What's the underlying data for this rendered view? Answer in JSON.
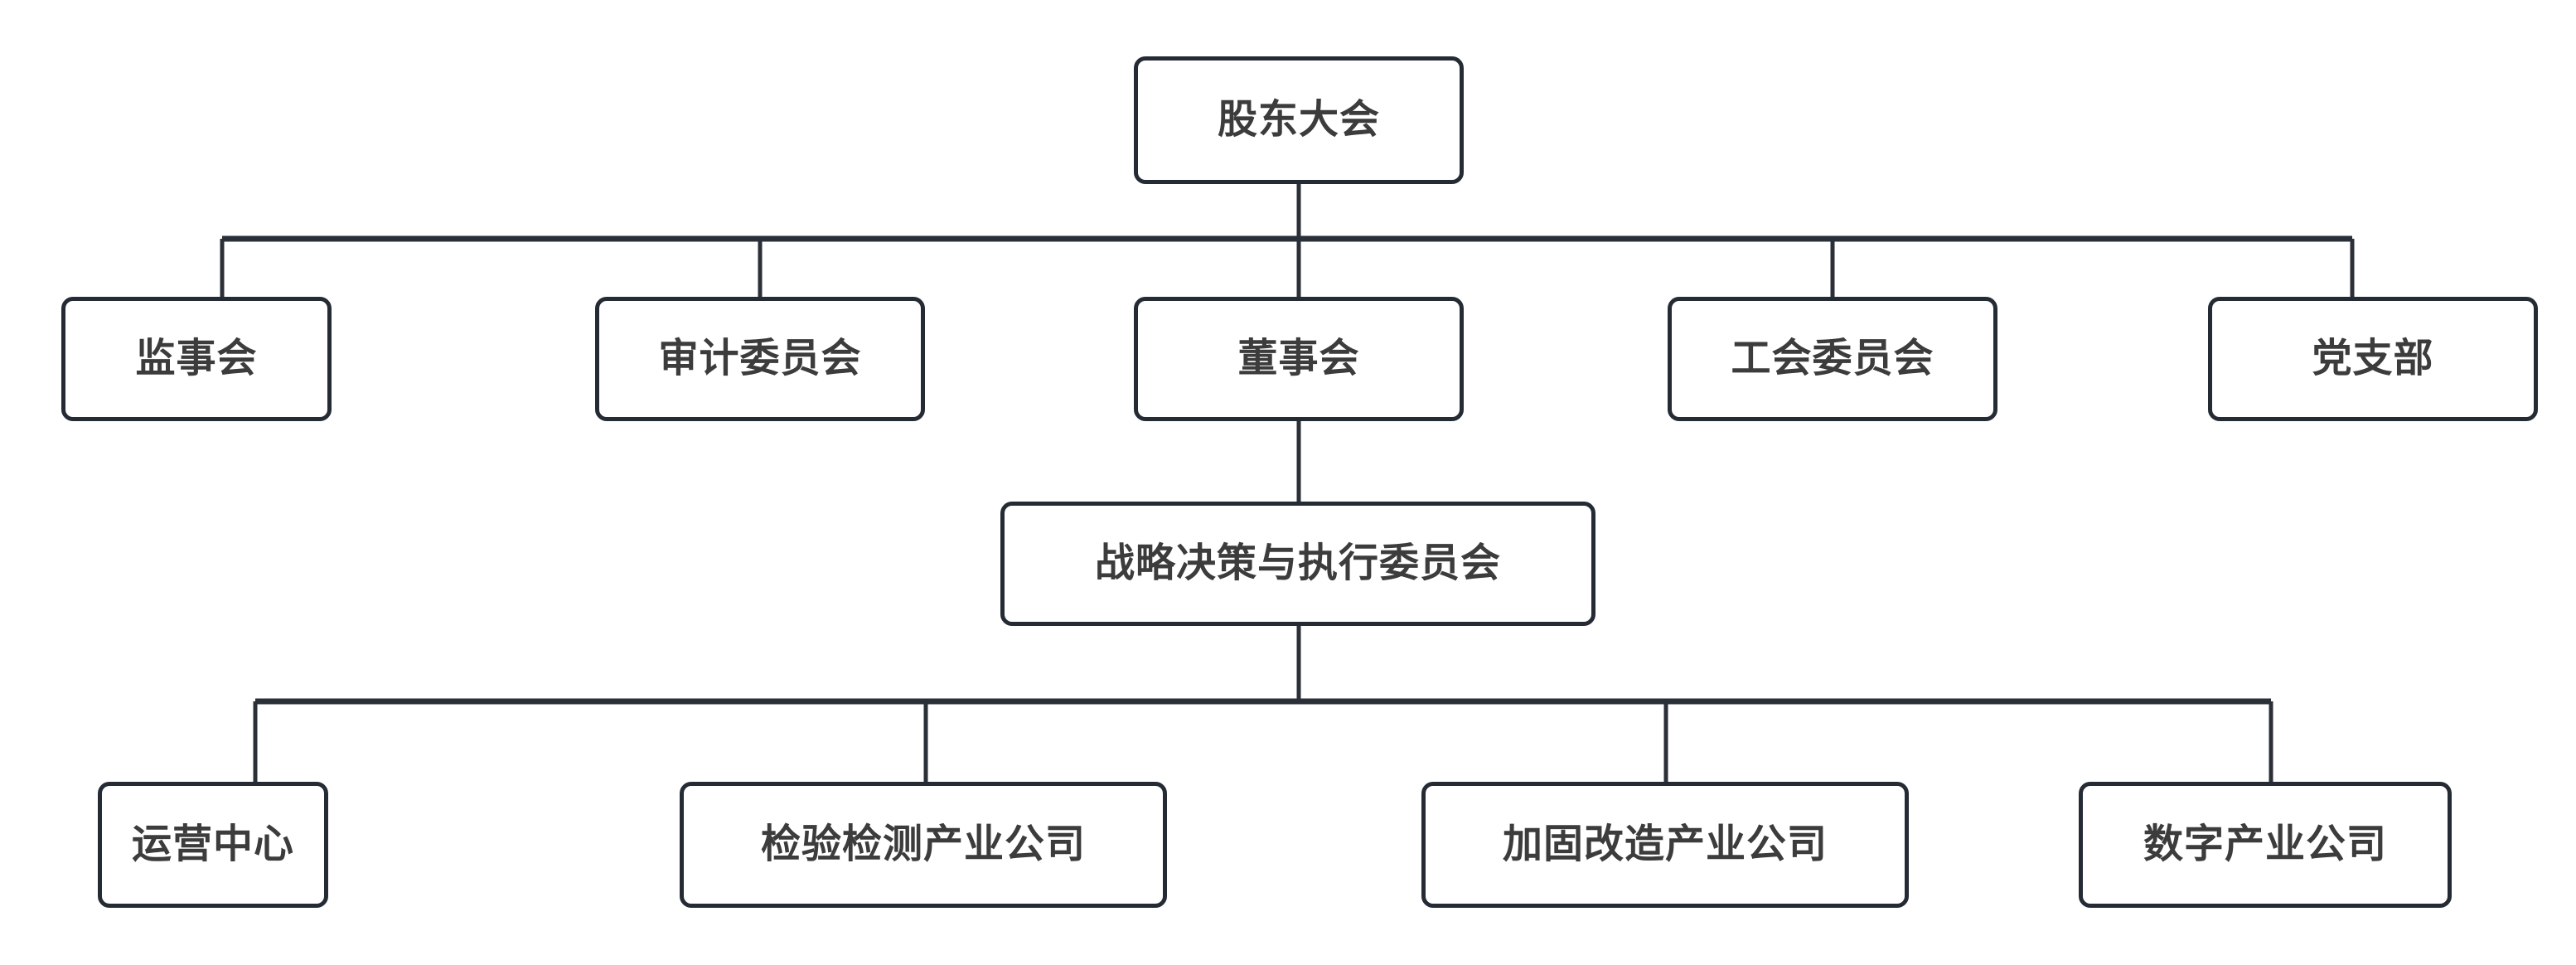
{
  "chart": {
    "type": "org-chart",
    "title": "",
    "background_color": "#ffffff",
    "box_fill_color": "#ffffff",
    "box_border_color": "#252b34",
    "text_color": "#3c3c3c",
    "connector_color": "#2b2f38",
    "levels": 4,
    "node_count": 11
  },
  "nodes": {
    "shareholders": {
      "label": "股东大会",
      "level": 1
    },
    "supervisory": {
      "label": "监事会",
      "level": 2
    },
    "audit": {
      "label": "审计委员会",
      "level": 2
    },
    "board": {
      "label": "董事会",
      "level": 2
    },
    "union": {
      "label": "工会委员会",
      "level": 2
    },
    "party": {
      "label": "党支部",
      "level": 2
    },
    "strategy": {
      "label": "战略决策与执行委员会",
      "level": 3
    },
    "operations": {
      "label": "运营中心",
      "level": 4
    },
    "inspection": {
      "label": "检验检测产业公司",
      "level": 4
    },
    "reinforce": {
      "label": "加固改造产业公司",
      "level": 4
    },
    "digital": {
      "label": "数字产业公司",
      "level": 4
    }
  },
  "hierarchy": {
    "root": "shareholders",
    "edges": [
      {
        "from": "shareholders",
        "to": "supervisory"
      },
      {
        "from": "shareholders",
        "to": "audit"
      },
      {
        "from": "shareholders",
        "to": "board"
      },
      {
        "from": "shareholders",
        "to": "union"
      },
      {
        "from": "shareholders",
        "to": "party"
      },
      {
        "from": "board",
        "to": "strategy"
      },
      {
        "from": "strategy",
        "to": "operations"
      },
      {
        "from": "strategy",
        "to": "inspection"
      },
      {
        "from": "strategy",
        "to": "reinforce"
      },
      {
        "from": "strategy",
        "to": "digital"
      }
    ]
  }
}
